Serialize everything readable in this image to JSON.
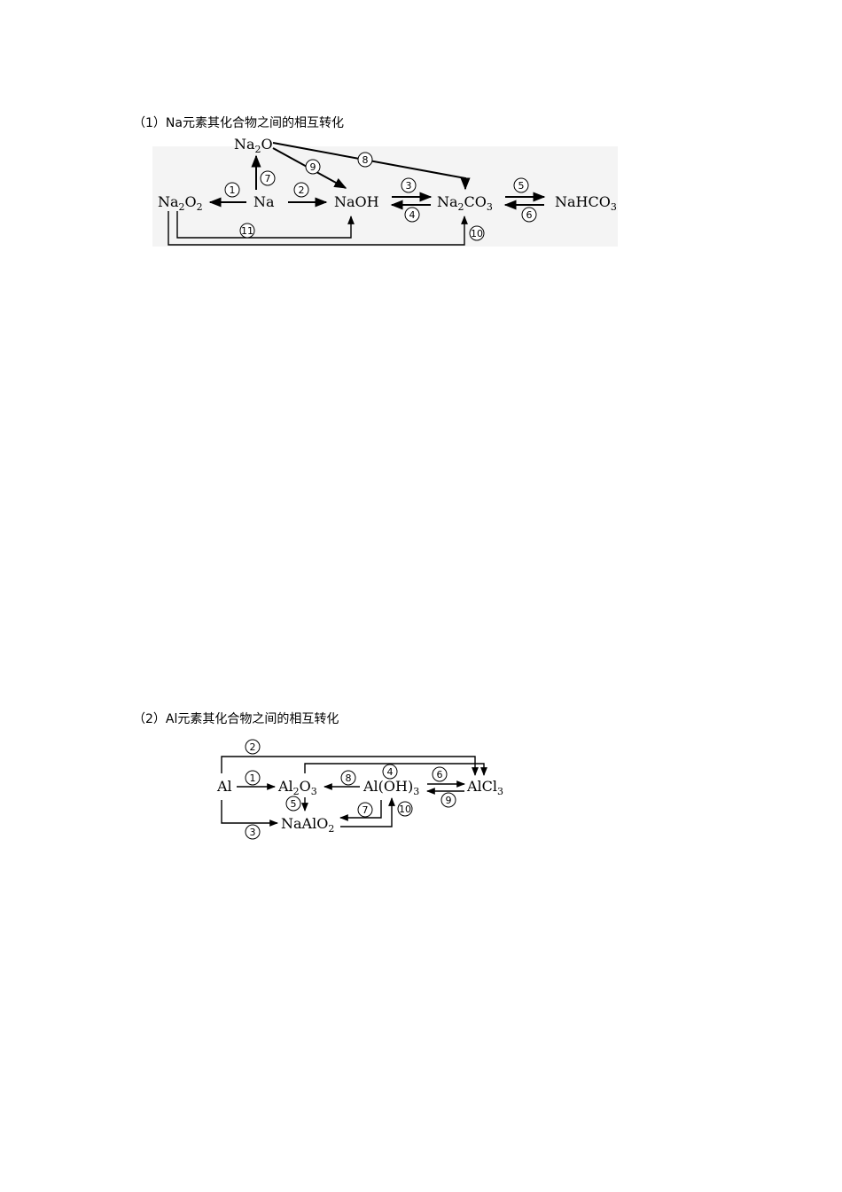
{
  "section1": {
    "heading": "（1）Na元素其化合物之间的相互转化",
    "compounds": {
      "na2o": {
        "base": "Na",
        "sub": "2",
        "rest": "O"
      },
      "na2o2": {
        "base": "Na",
        "sub": "2",
        "mid": "O",
        "sub2": "2"
      },
      "na": {
        "base": "Na"
      },
      "naoh": {
        "base": "NaOH"
      },
      "na2co3": {
        "base": "Na",
        "sub": "2",
        "rest": "CO",
        "sub2": "3"
      },
      "nahco3": {
        "base": "NaHCO",
        "sub": "3"
      }
    },
    "steps": [
      "1",
      "2",
      "3",
      "4",
      "5",
      "6",
      "7",
      "8",
      "9",
      "10",
      "11"
    ]
  },
  "section2": {
    "heading": "（2）Al元素其化合物之间的相互转化",
    "compounds": {
      "al": {
        "base": "Al"
      },
      "al2o3": {
        "base": "Al",
        "sub": "2",
        "rest": "O",
        "sub2": "3"
      },
      "aloh3": {
        "base": "Al(OH)",
        "sub": "3"
      },
      "alcl3": {
        "base": "AlCl",
        "sub": "3"
      },
      "naalo2": {
        "base": "NaAlO",
        "sub": "2"
      }
    },
    "steps": [
      "1",
      "2",
      "3",
      "4",
      "5",
      "6",
      "7",
      "8",
      "9",
      "10"
    ]
  }
}
